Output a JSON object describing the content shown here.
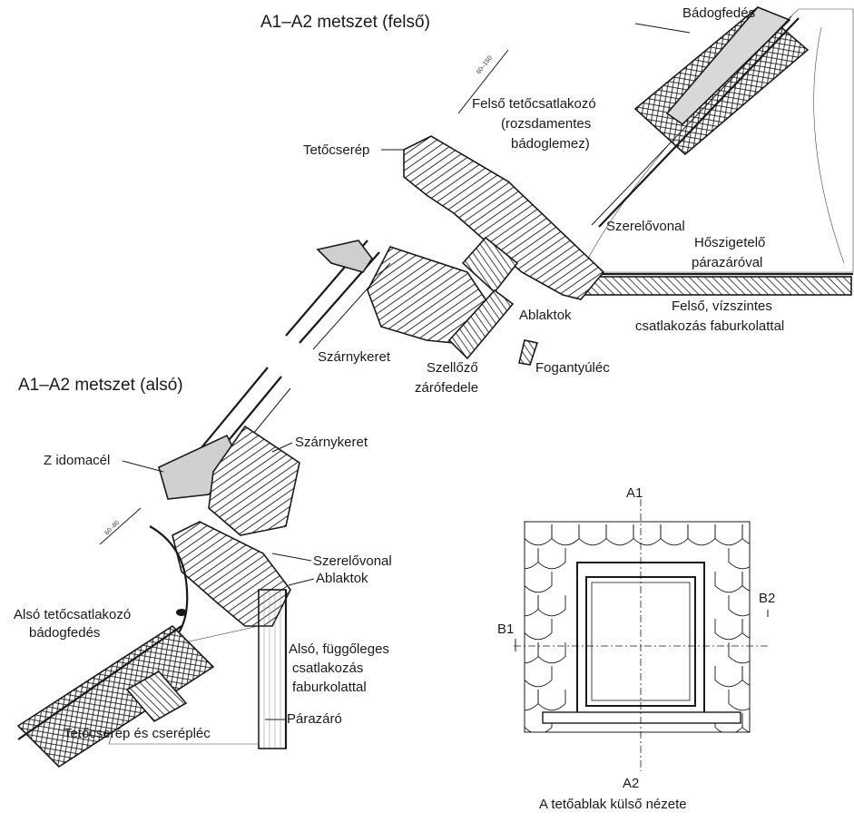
{
  "upper_section": {
    "title": "A1–A2 metszet (felső)",
    "dimension": "60–150",
    "labels": {
      "badogfedes": "Bádogfedés",
      "felso_tetocsat_1": "Felső tetőcsatlakozó",
      "felso_tetocsat_2": "(rozsdamentes",
      "felso_tetocsat_3": "bádoglemez)",
      "tetocserep": "Tetőcserép",
      "szerelovonal": "Szerelővonal",
      "hoszigetelo_1": "Hőszigetelő",
      "hoszigetelo_2": "párazáróval",
      "felso_vizszintes_1": "Felső, vízszintes",
      "felso_vizszintes_2": "csatlakozás faburkolattal",
      "ablaktok": "Ablaktok",
      "szarnykeret": "Szárnykeret",
      "szellozo_1": "Szellőző",
      "szellozo_2": "zárófedele",
      "fogantyulec": "Fogantyúléc"
    }
  },
  "lower_section": {
    "title": "A1–A2 metszet (alsó)",
    "dimension": "60–80",
    "labels": {
      "z_idomacel": "Z idomacél",
      "szarnykeret": "Szárnykeret",
      "szerelovonal": "Szerelővonal",
      "ablaktok": "Ablaktok",
      "also_tetocsat_1": "Alsó tetőcsatlakozó",
      "also_tetocsat_2": "bádogfedés",
      "also_fuggoleges_1": "Alsó, függőleges",
      "also_fuggoleges_2": "csatlakozás",
      "also_fuggoleges_3": "faburkolattal",
      "parazaro": "Párazáró",
      "tetocserep_es_cserepl": "Tetőcserép és cserépléc"
    }
  },
  "exterior_view": {
    "caption": "A tetőablak külső nézete",
    "markers": {
      "a1": "A1",
      "a2": "A2",
      "b1": "B1",
      "b2": "B2"
    }
  }
}
